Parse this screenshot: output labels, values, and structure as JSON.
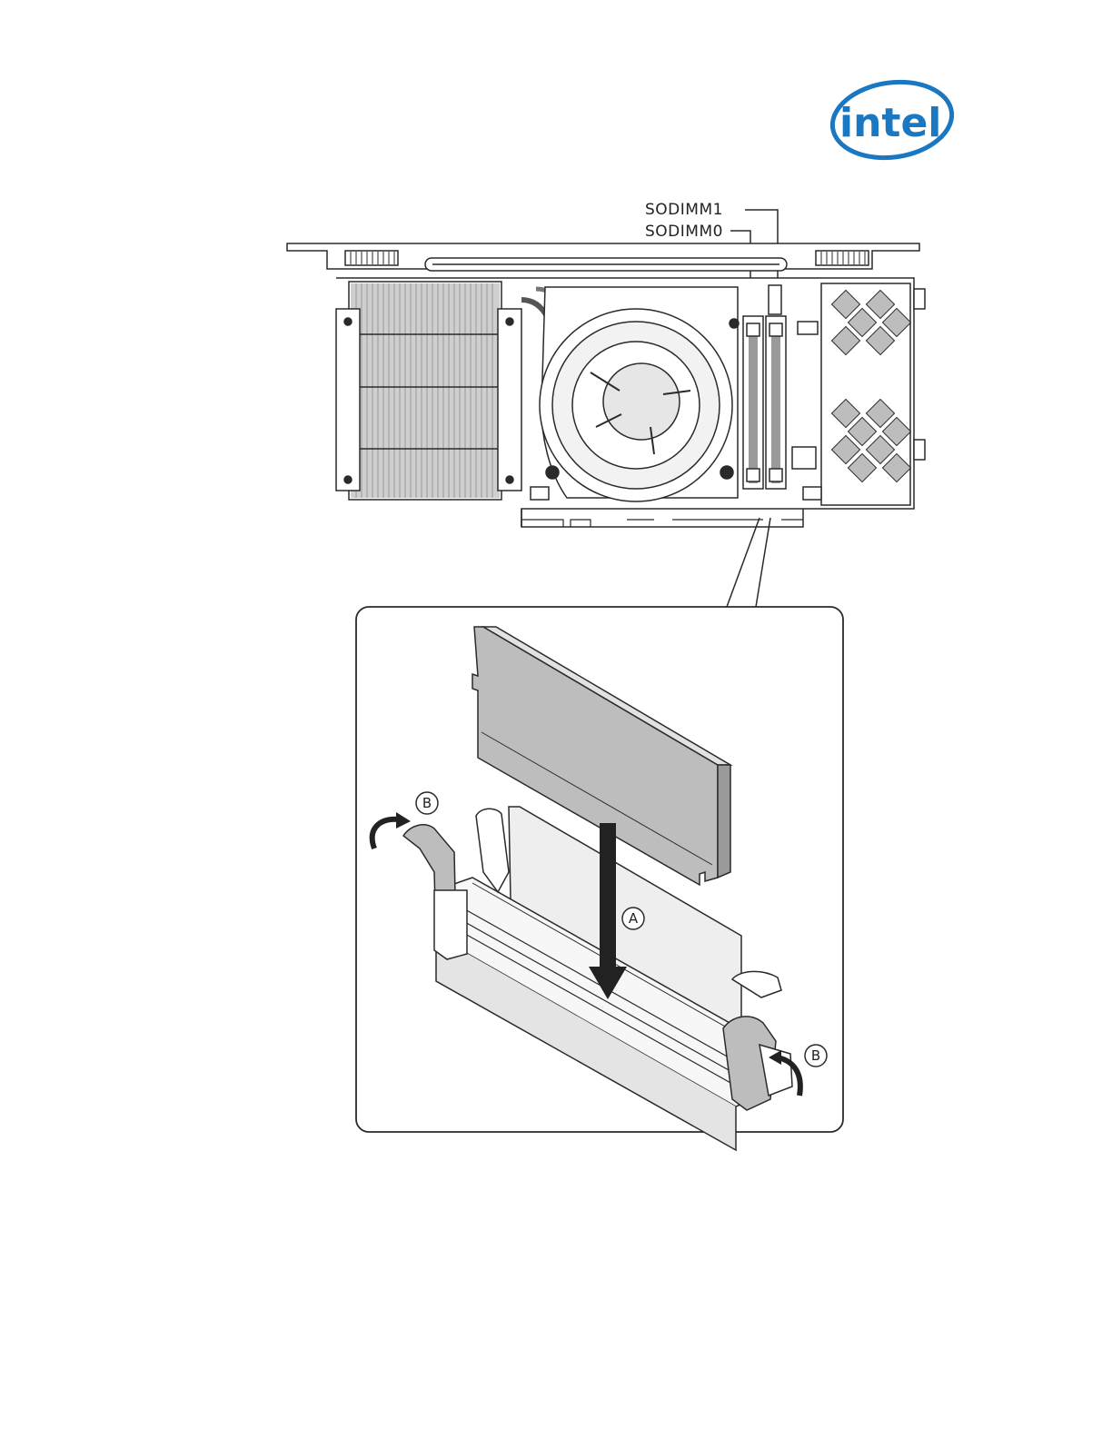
{
  "logo": {
    "text": "intel",
    "color": "#1a77c2"
  },
  "labels": {
    "sodimm1": "SODIMM1",
    "sodimm0": "SODIMM0"
  },
  "callouts": {
    "a": "A",
    "b_left": "B",
    "b_right": "B"
  },
  "colors": {
    "line": "#2a2a2a",
    "shade": "#bdbdbd",
    "light": "#e9e9e9"
  }
}
